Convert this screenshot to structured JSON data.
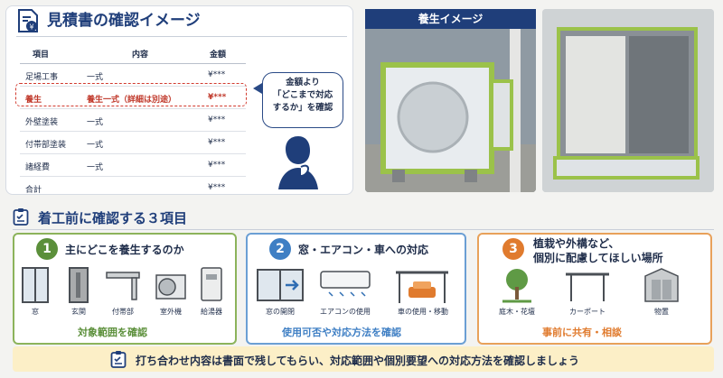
{
  "estimate": {
    "title": "見積書の確認イメージ",
    "headers": [
      "項目",
      "内容",
      "金額"
    ],
    "rows": [
      {
        "item": "足場工事",
        "content": "一式",
        "amount": "¥***"
      },
      {
        "item": "養生",
        "content": "養生一式（詳細は別途）",
        "amount": "¥***"
      },
      {
        "item": "外壁塗装",
        "content": "一式",
        "amount": "¥***"
      },
      {
        "item": "付帯部塗装",
        "content": "一式",
        "amount": "¥***"
      },
      {
        "item": "諸経費",
        "content": "一式",
        "amount": "¥***"
      },
      {
        "item": "合計",
        "content": "",
        "amount": "¥***"
      }
    ],
    "bubble_lines": [
      "金額より",
      "「どこまで対応",
      "するか」を確認"
    ]
  },
  "photos": {
    "label": "養生イメージ"
  },
  "section": {
    "title": "着工前に確認する３項目"
  },
  "cards": [
    {
      "num": "1",
      "color": "#5b8f3a",
      "title": "主にどこを養生するのか",
      "items": [
        "窓",
        "玄関",
        "付帯部",
        "室外機",
        "給湯器"
      ],
      "footer": "対象範囲を確認"
    },
    {
      "num": "2",
      "color": "#3f7fc4",
      "title": "窓・エアコン・車への対応",
      "items": [
        "窓の開閉",
        "エアコンの使用",
        "車の使用・移動"
      ],
      "footer": "使用可否や対応方法を確認"
    },
    {
      "num": "3",
      "color": "#e07b2e",
      "title_lines": [
        "植栽や外構など、",
        "個別に配慮してほしい場所"
      ],
      "items": [
        "庭木・花壇",
        "カーポート",
        "物置"
      ],
      "footer": "事前に共有・相談"
    }
  ],
  "footer": {
    "text": "打ち合わせ内容は書面で残してもらい、対応範囲や個別要望への対応方法を確認しましょう"
  }
}
